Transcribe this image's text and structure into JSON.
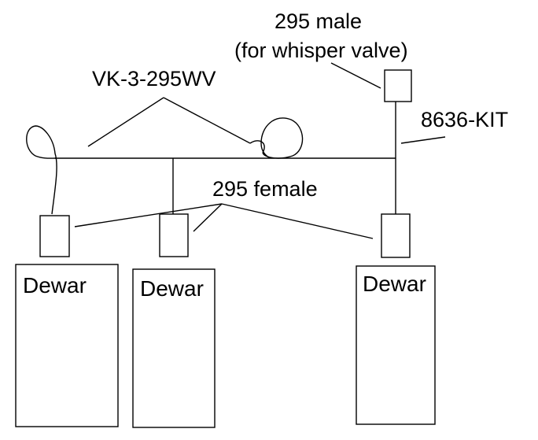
{
  "labels": {
    "male_line1": "295 male",
    "male_line2": "(for whisper valve)",
    "hose": "VK-3-295WV",
    "kit": "8636-KIT",
    "female": "295 female"
  },
  "dewars": [
    {
      "label": "Dewar"
    },
    {
      "label": "Dewar"
    },
    {
      "label": "Dewar"
    }
  ],
  "colors": {
    "ink": "#000000",
    "background": "#ffffff"
  }
}
